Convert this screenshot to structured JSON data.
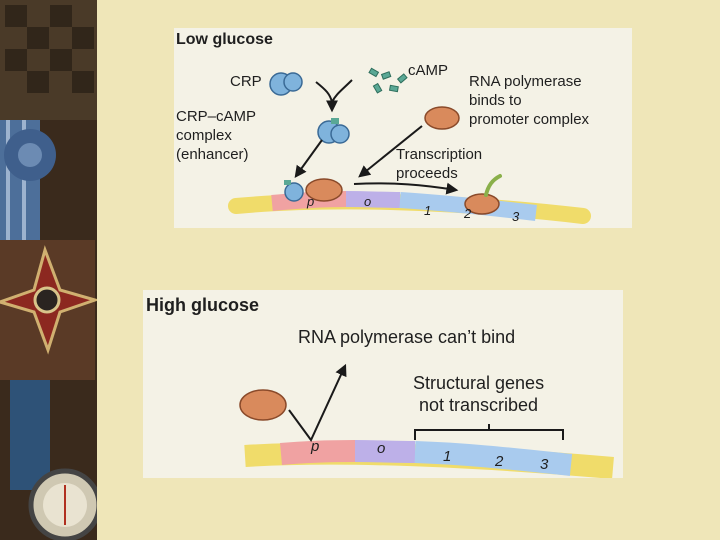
{
  "low_glucose": {
    "title": "Low glucose",
    "crp": "CRP",
    "camp": "cAMP",
    "complex_lines": [
      "CRP–cAMP",
      "complex",
      "(enhancer)"
    ],
    "rnap_lines": [
      "RNA polymerase",
      "binds to",
      "promoter complex"
    ],
    "transcription_lines": [
      "Transcription",
      "proceeds"
    ],
    "dna": {
      "promoter": "p",
      "operator": "o",
      "genes": [
        "1",
        "2",
        "3"
      ]
    }
  },
  "high_glucose": {
    "title": "High glucose",
    "cant_bind": "RNA polymerase can’t bind",
    "structural_lines": [
      "Structural genes",
      "not transcribed"
    ],
    "dna": {
      "promoter": "p",
      "operator": "o",
      "genes": [
        "1",
        "2",
        "3"
      ]
    }
  },
  "colors": {
    "background": "#efe6b8",
    "panel": "#f4f2e6",
    "dna_yellow": "#f0dc6a",
    "promoter_pink": "#f0a2a2",
    "operator_purple": "#bdb0e8",
    "genes_blue": "#a9cbee",
    "rna_polymerase": "#d98a5c",
    "crp_blue": "#7fb3dc",
    "camp_green": "#5aa895",
    "mrna_green": "#8ab04a"
  }
}
